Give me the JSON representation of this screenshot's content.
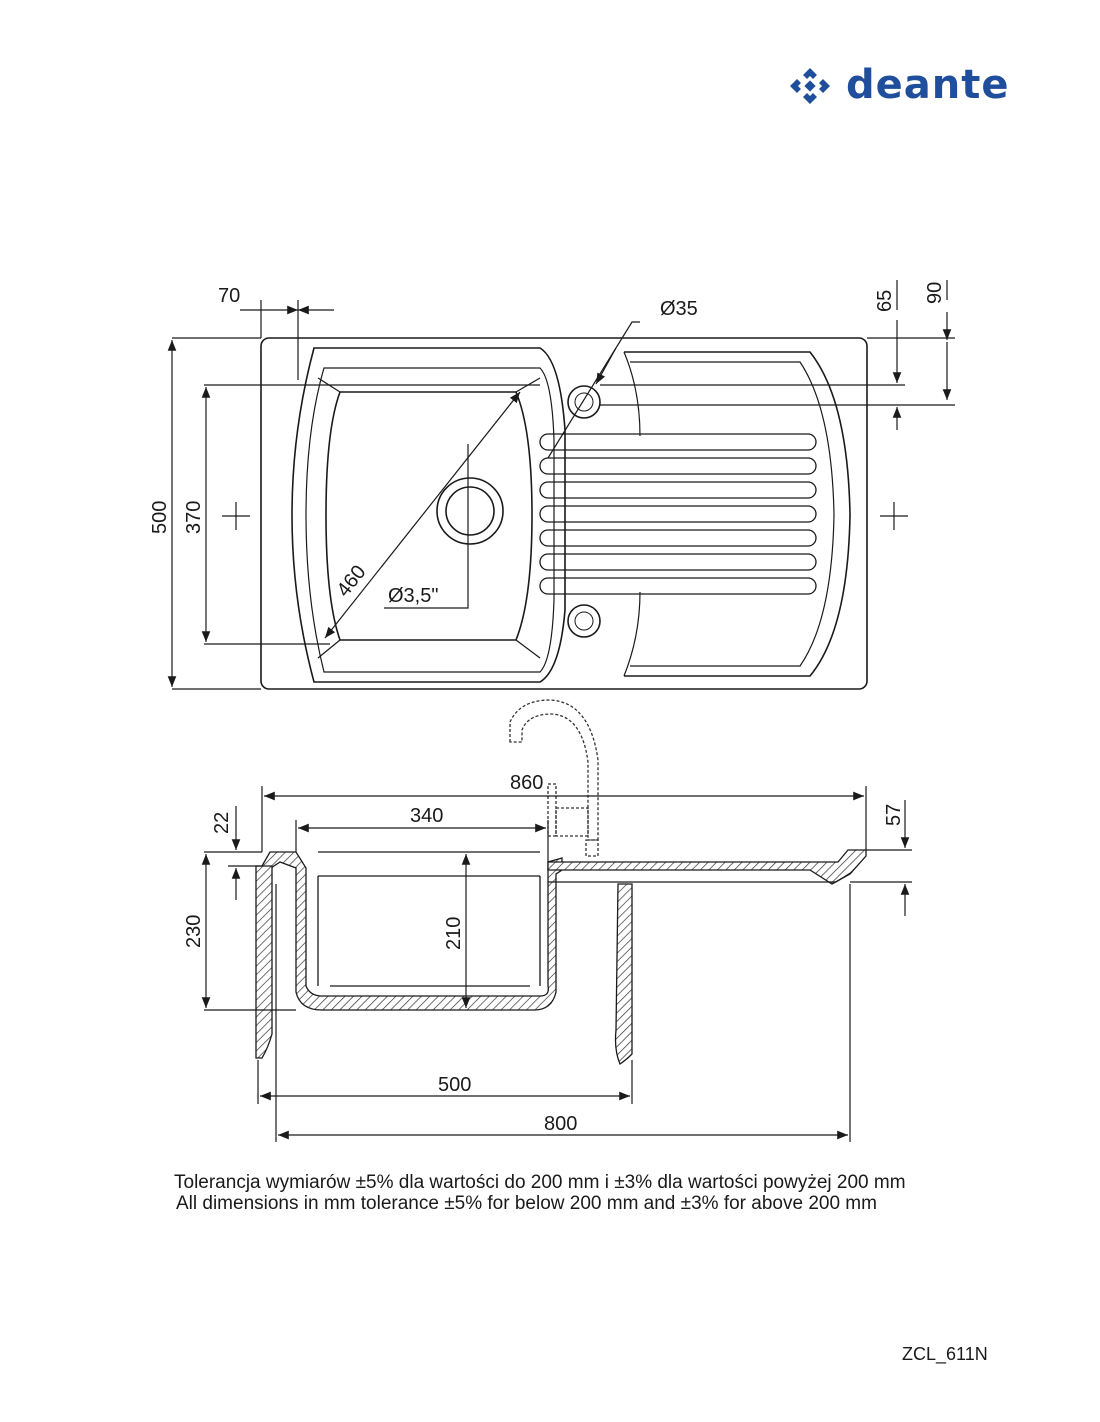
{
  "brand": {
    "name": "deante",
    "color": "#1f4f9c"
  },
  "top_view": {
    "dimensions": {
      "width_70": "70",
      "hole_dia": "Ø35",
      "offset_65": "65",
      "offset_90": "90",
      "height_500": "500",
      "bowl_370": "370",
      "diag_460": "460",
      "drain_dia": "Ø3,5\""
    }
  },
  "side_view": {
    "dimensions": {
      "total_860": "860",
      "bowl_340": "340",
      "rim_22": "22",
      "drainer_57": "57",
      "depth_230": "230",
      "bowl_210": "210",
      "cabinet_500": "500",
      "cutout_800": "800"
    }
  },
  "tolerance": {
    "pl": "Tolerancja wymiarów ±5% dla wartości do 200 mm i ±3% dla wartości powyżej 200 mm",
    "en": "All dimensions in mm tolerance ±5% for below 200 mm and ±3% for above 200 mm"
  },
  "product_code": "ZCL_611N"
}
